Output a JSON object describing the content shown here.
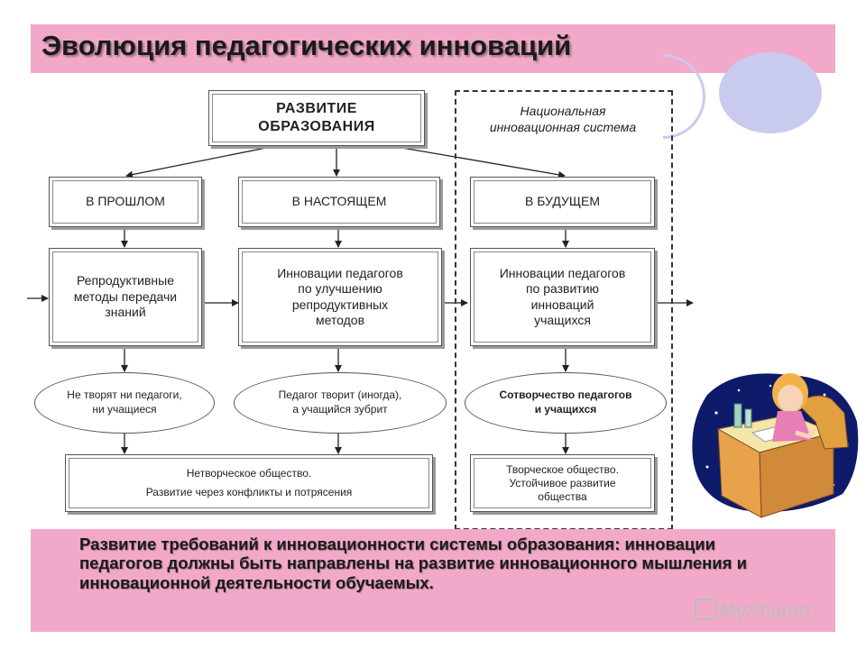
{
  "title": "Эволюция педагогических инноваций",
  "diagram": {
    "top_box": [
      "РАЗВИТИЕ",
      "ОБРАЗОВАНИЯ"
    ],
    "national_system": [
      "Национальная",
      "инновационная система"
    ],
    "columns": [
      {
        "header": "В ПРОШЛОМ",
        "method": [
          "Репродуктивные",
          "методы передачи",
          "знаний"
        ],
        "ellipse": [
          "Не творят ни педагоги,",
          "ни учащиеся"
        ]
      },
      {
        "header": "В НАСТОЯЩЕМ",
        "method": [
          "Инновации педагогов",
          "по улучшению",
          "репродуктивных",
          "методов"
        ],
        "ellipse": [
          "Педагог творит (иногда),",
          "а учащийся зубрит"
        ]
      },
      {
        "header": "В БУДУЩЕМ",
        "method": [
          "Инновации педагогов",
          "по развитию",
          "инноваций",
          "учащихся"
        ],
        "ellipse": [
          "Сотворчество педагогов",
          "и учащихся"
        ]
      }
    ],
    "society_left": [
      "Нетворческое общество.",
      "Развитие через конфликты и потрясения"
    ],
    "society_right": [
      "Творческое общество.",
      "Устойчивое развитие",
      "общества"
    ]
  },
  "bottom_text": "Развитие требований к инновационности системы образования: инновации педагогов должны быть направлены на развитие инновационного мышления и инновационной деятельности обучаемых.",
  "watermark": "MyShared",
  "colors": {
    "pink_bar": "#f2a9c9",
    "decor_lavender": "#c9cbee"
  }
}
